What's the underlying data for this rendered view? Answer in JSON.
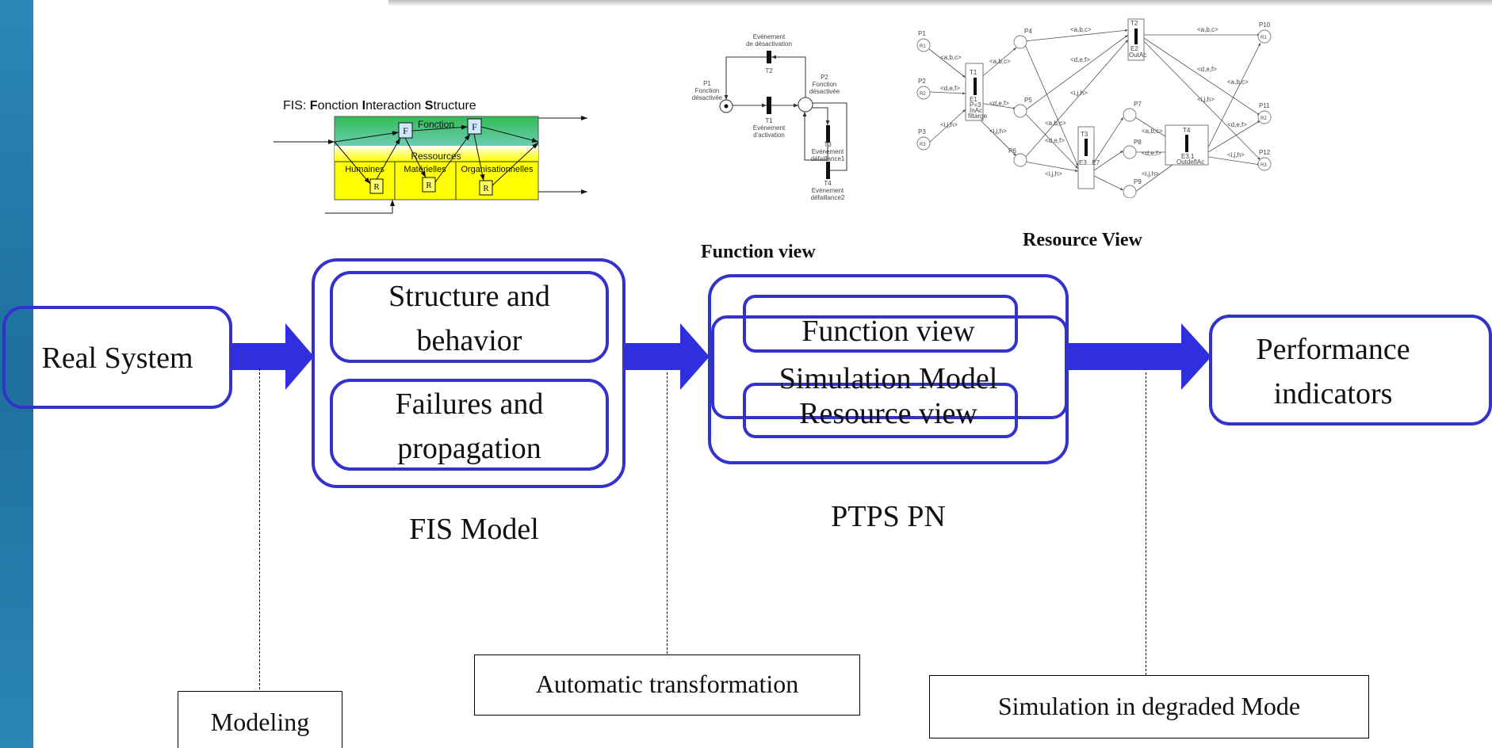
{
  "fis_figure": {
    "title_parts": [
      {
        "t": "FIS: ",
        "b": false
      },
      {
        "t": "F",
        "b": true
      },
      {
        "t": "onction ",
        "b": false
      },
      {
        "t": "I",
        "b": true
      },
      {
        "t": "nteraction ",
        "b": false
      },
      {
        "t": "S",
        "b": true
      },
      {
        "t": "tructure",
        "b": false
      }
    ],
    "fonction": "Fonction",
    "ressources": "Ressources",
    "humaines": "Humaines",
    "materielles": "Matérielles",
    "organisationnelles": "Organisationnelles",
    "f": "F",
    "r": "R"
  },
  "function_net": {
    "ev_desactivation": [
      "Evénement",
      "de désactivation"
    ],
    "t2": "T2",
    "p1": [
      "P1",
      "Fonction",
      "désactivée"
    ],
    "t1": [
      "T1",
      "Evénement",
      "d'activation"
    ],
    "p2": [
      "P2",
      "Fonction",
      "désactivée"
    ],
    "t3": [
      "T3",
      "Evénement",
      "défaillance1"
    ],
    "t4": [
      "T4",
      "Evénement",
      "défaillance2"
    ]
  },
  "resource_net": {
    "p1": [
      "P1",
      "R1"
    ],
    "p2": [
      "P2",
      "R2"
    ],
    "p3": [
      "P3",
      "R3"
    ],
    "p4": "P4",
    "p5": "P5",
    "p6": "P6",
    "p7": "P7",
    "p8": "P8",
    "p9": "P9",
    "p10": [
      "P10",
      "R1"
    ],
    "p11": [
      "P11",
      "R2"
    ],
    "p12": [
      "P12",
      "R3"
    ],
    "t1": [
      "T1",
      "E1",
      "P=3",
      "InAc",
      "filtarge"
    ],
    "t2": [
      "T2",
      "E2",
      "OutAc"
    ],
    "t3": [
      "T3",
      "E3...E7"
    ],
    "t4": [
      "T4",
      "E3.1",
      "OutdeflAc"
    ],
    "abc": "<a,b,c>",
    "def": "<d,e,f>",
    "ijh": "<i,j,h>"
  },
  "captions": {
    "function_view": "Function view",
    "resource_view": "Resource View"
  },
  "blocks": {
    "real_system": "Real System",
    "structure_behavior": [
      "Structure and",
      "behavior"
    ],
    "failures_propagation": [
      "Failures and",
      "propagation"
    ],
    "fis_model": "FIS Model",
    "function_view": "Function view",
    "simulation_model": "Simulation Model",
    "resource_view": "Resource view",
    "ptps_pn": "PTPS PN",
    "performance": [
      "Performance",
      "indicators"
    ]
  },
  "notes": {
    "modeling": "Modeling",
    "automatic_transformation": "Automatic transformation",
    "simulation_degraded": "Simulation in degraded Mode"
  },
  "colors": {
    "box_border": "#3333cc",
    "arrow": "#2f2fdd",
    "sidebar": "#2b87b8"
  }
}
